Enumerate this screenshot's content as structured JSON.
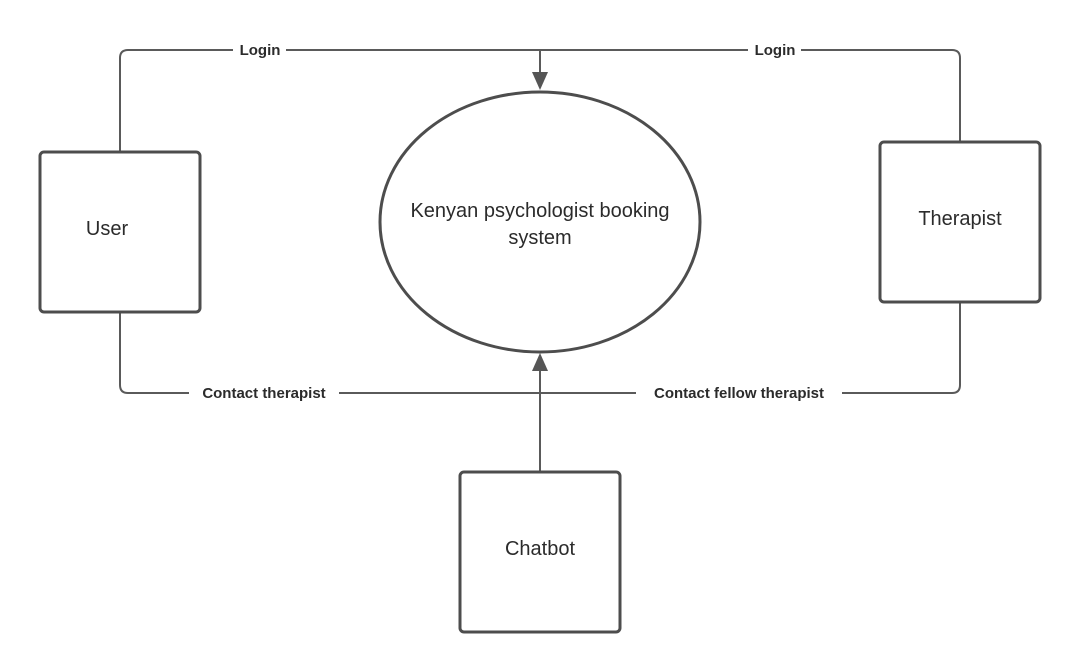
{
  "diagram": {
    "nodes": {
      "user": {
        "label": "User"
      },
      "therapist": {
        "label": "Therapist"
      },
      "chatbot": {
        "label": "Chatbot"
      },
      "system": {
        "label_line1": "Kenyan psychologist booking",
        "label_line2": "system"
      }
    },
    "edges": {
      "user_login": {
        "label": "Login"
      },
      "therapist_login": {
        "label": "Login"
      },
      "user_contact": {
        "label": "Contact therapist"
      },
      "therapist_contact": {
        "label": "Contact fellow therapist"
      },
      "chatbot_system": {
        "label": ""
      }
    }
  }
}
